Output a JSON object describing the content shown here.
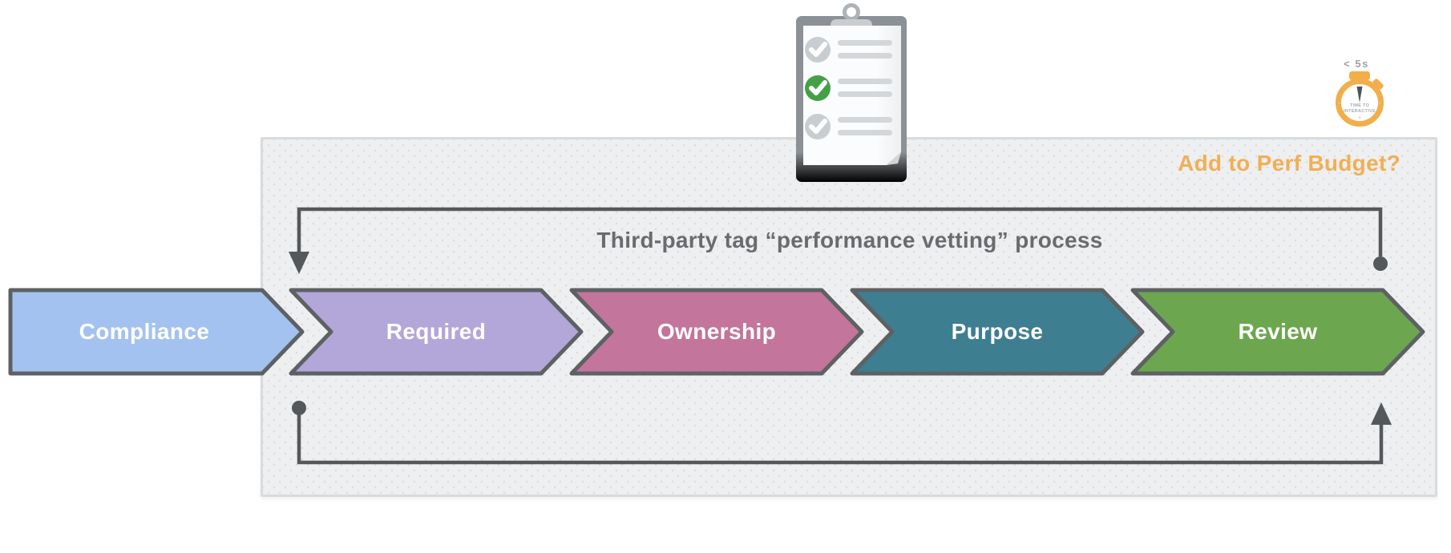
{
  "panel": {
    "title": "Third-party tag “performance vetting” process",
    "perf_budget_question": "Add to Perf Budget?"
  },
  "process_steps": [
    {
      "label": "Compliance",
      "color": "#A3C2EF"
    },
    {
      "label": "Required",
      "color": "#B3A6D9"
    },
    {
      "label": "Ownership",
      "color": "#C3759C"
    },
    {
      "label": "Purpose",
      "color": "#3E7E91"
    },
    {
      "label": "Review",
      "color": "#6CA74F"
    }
  ],
  "stopwatch": {
    "badge": "< 5s",
    "face_line1": "TIME TO",
    "face_line2": "INTERACTIVE"
  },
  "clipboard": {
    "rows": [
      "checked-gray",
      "checked-green",
      "checked-gray"
    ]
  },
  "colors": {
    "accent_orange": "#F1AF54",
    "chevron_outline": "#5E6164",
    "loop_line": "#55585B",
    "title_gray": "#696C6F",
    "check_green": "#43A047",
    "panel_fill": "#EEEFF1",
    "panel_border": "#D9DBDD"
  }
}
